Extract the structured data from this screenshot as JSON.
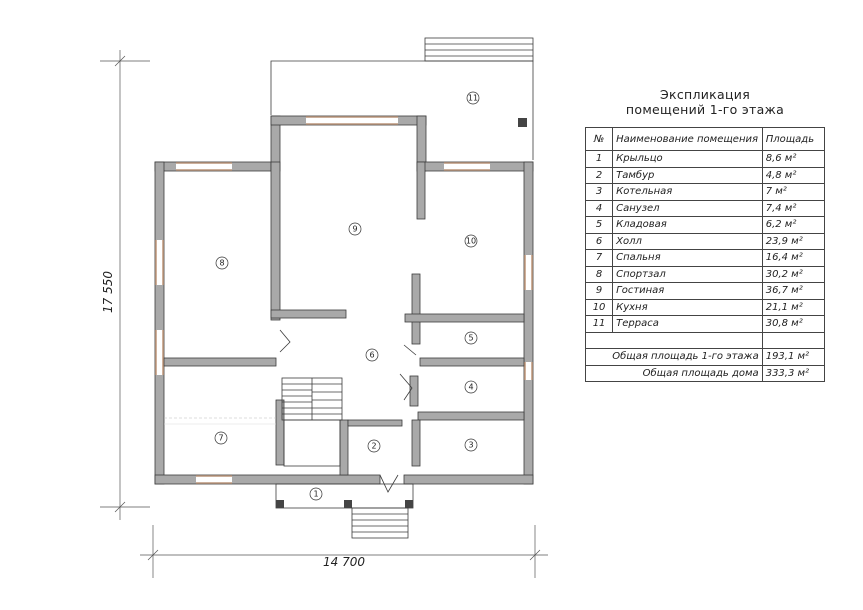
{
  "explication": {
    "title_line1": "Экспликация",
    "title_line2": "помещений 1-го этажа",
    "headers": {
      "num": "№",
      "name": "Наименование помещения",
      "area": "Площадь"
    },
    "rooms": [
      {
        "num": "1",
        "name": "Крыльцо",
        "area": "8,6 м²"
      },
      {
        "num": "2",
        "name": "Тамбур",
        "area": "4,8 м²"
      },
      {
        "num": "3",
        "name": "Котельная",
        "area": "7 м²"
      },
      {
        "num": "4",
        "name": "Санузел",
        "area": "7,4 м²"
      },
      {
        "num": "5",
        "name": "Кладовая",
        "area": "6,2 м²"
      },
      {
        "num": "6",
        "name": "Холл",
        "area": "23,9 м²"
      },
      {
        "num": "7",
        "name": "Спальня",
        "area": "16,4 м²"
      },
      {
        "num": "8",
        "name": "Спортзал",
        "area": "30,2 м²"
      },
      {
        "num": "9",
        "name": "Гостиная",
        "area": "36,7 м²"
      },
      {
        "num": "10",
        "name": "Кухня",
        "area": "21,1 м²"
      },
      {
        "num": "11",
        "name": "Терраса",
        "area": "30,8 м²"
      }
    ],
    "total_floor_label": "Общая площадь 1-го этажа",
    "total_floor_value": "193,1 м²",
    "total_house_label": "Общая площадь дома",
    "total_house_value": "333,3 м²"
  },
  "dimensions": {
    "width": "14 700",
    "height": "17 550"
  },
  "plan_labels": {
    "r1": "1",
    "r2": "2",
    "r3": "3",
    "r4": "4",
    "r5": "5",
    "r6": "6",
    "r7": "7",
    "r8": "8",
    "r9": "9",
    "r10": "10",
    "r11": "11"
  }
}
